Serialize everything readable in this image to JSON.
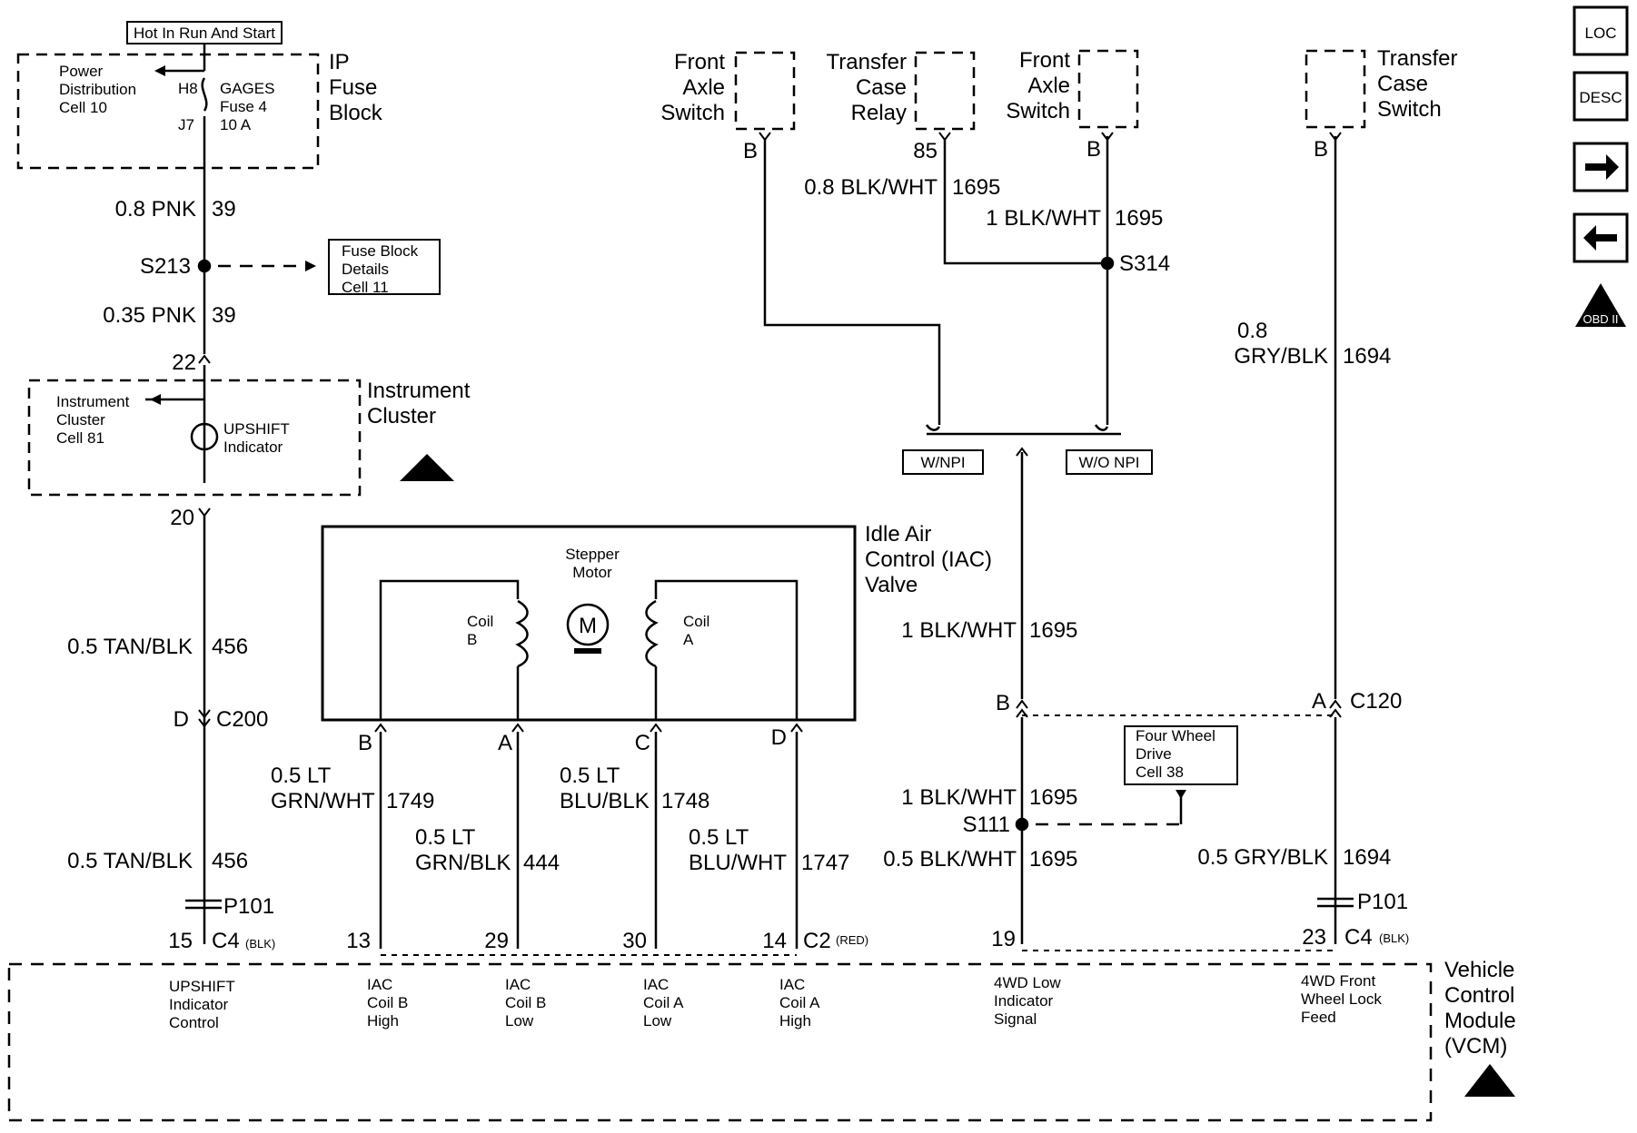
{
  "colors": {
    "ink": "#000000",
    "paper": "#ffffff"
  },
  "icons": [
    "loc-icon",
    "desc-icon",
    "next-arrow-icon",
    "prev-arrow-icon",
    "obd-ii-icon",
    "esd-sensitive-icon"
  ],
  "sidebar": {
    "loc": "LOC",
    "desc": "DESC",
    "obd": "OBD II"
  },
  "top_box": "Hot In Run And Start",
  "fuse_block": {
    "title": [
      "IP",
      "Fuse",
      "Block"
    ],
    "power_dist": [
      "Power",
      "Distribution",
      "Cell 10"
    ],
    "pin_top": "H8",
    "pin_bottom": "J7",
    "fuse": [
      "GAGES",
      "Fuse 4",
      "10 A"
    ]
  },
  "wires": {
    "w1_gauge": "0.8 PNK",
    "w1_circuit": "39",
    "splice1": "S213",
    "w2_gauge": "0.35 PNK",
    "w2_circuit": "39",
    "fbd": [
      "Fuse Block",
      "Details",
      "Cell 11"
    ]
  },
  "cluster": {
    "title": [
      "Instrument",
      "Cluster"
    ],
    "ref": [
      "Instrument",
      "Cluster",
      "Cell 81"
    ],
    "indicator": [
      "UPSHIFT",
      "Indicator"
    ],
    "pin_in": "22",
    "pin_out": "20"
  },
  "left_wire": {
    "a_gauge": "0.5 TAN/BLK",
    "a_circuit": "456",
    "conn_pin": "D",
    "conn": "C200",
    "b_gauge": "0.5 TAN/BLK",
    "b_circuit": "456",
    "p101": "P101",
    "vcm_pin": "15",
    "vcm_conn": "C4",
    "vcm_conn_color": "(BLK)"
  },
  "iac": {
    "title": [
      "Idle Air",
      "Control (IAC)",
      "Valve"
    ],
    "motor": [
      "Stepper",
      "Motor"
    ],
    "motor_letter": "M",
    "coil_b": [
      "Coil",
      "B"
    ],
    "coil_a": [
      "Coil",
      "A"
    ],
    "pins": [
      "B",
      "A",
      "C",
      "D"
    ],
    "w1": [
      "0.5 LT",
      "GRN/WHT"
    ],
    "w1c": "1749",
    "w2": [
      "0.5 LT",
      "GRN/BLK"
    ],
    "w2c": "444",
    "w3": [
      "0.5 LT",
      "BLU/BLK"
    ],
    "w3c": "1748",
    "w4": [
      "0.5 LT",
      "BLU/WHT"
    ],
    "w4c": "1747",
    "vcm_pins": [
      "13",
      "29",
      "30",
      "14"
    ],
    "vcm_conn": "C2",
    "vcm_conn_color": "(RED)"
  },
  "switches": {
    "front_axle_1": [
      "Front",
      "Axle",
      "Switch"
    ],
    "transfer_relay": [
      "Transfer",
      "Case",
      "Relay"
    ],
    "front_axle_2": [
      "Front",
      "Axle",
      "Switch"
    ],
    "transfer_switch": [
      "Transfer",
      "Case",
      "Switch"
    ],
    "pin_b1": "B",
    "pin_85": "85",
    "pin_b2": "B",
    "pin_b3": "B"
  },
  "mid": {
    "relay_gauge": "0.8 BLK/WHT",
    "relay_circuit": "1695",
    "axle_gauge": "1 BLK/WHT",
    "axle_circuit": "1695",
    "splice": "S314",
    "wnpi": "W/NPI",
    "wonpi": "W/O NPI",
    "w_gauge": "1 BLK/WHT",
    "w_circuit": "1695",
    "pin_b": "B",
    "pin_a": "A",
    "conn": "C120",
    "fwd": [
      "Four Wheel",
      "Drive",
      "Cell 38"
    ],
    "w2_gauge": "1 BLK/WHT",
    "w2_circuit": "1695",
    "splice2": "S111",
    "w3_gauge": "0.5 BLK/WHT",
    "w3_circuit": "1695",
    "vcm_pin": "19"
  },
  "right": {
    "g1": "0.8",
    "g2": "GRY/BLK",
    "circuit": "1694",
    "b_gauge": "0.5 GRY/BLK",
    "b_circuit": "1694",
    "p101": "P101",
    "vcm_pin": "23",
    "vcm_conn": "C4",
    "vcm_conn_color": "(BLK)"
  },
  "vcm": {
    "title": [
      "Vehicle",
      "Control",
      "Module",
      "(VCM)"
    ],
    "f1": [
      "UPSHIFT",
      "Indicator",
      "Control"
    ],
    "f2": [
      "IAC",
      "Coil B",
      "High"
    ],
    "f3": [
      "IAC",
      "Coil B",
      "Low"
    ],
    "f4": [
      "IAC",
      "Coil A",
      "Low"
    ],
    "f5": [
      "IAC",
      "Coil A",
      "High"
    ],
    "f6": [
      "4WD Low",
      "Indicator",
      "Signal"
    ],
    "f7": [
      "4WD Front",
      "Wheel Lock",
      "Feed"
    ]
  }
}
